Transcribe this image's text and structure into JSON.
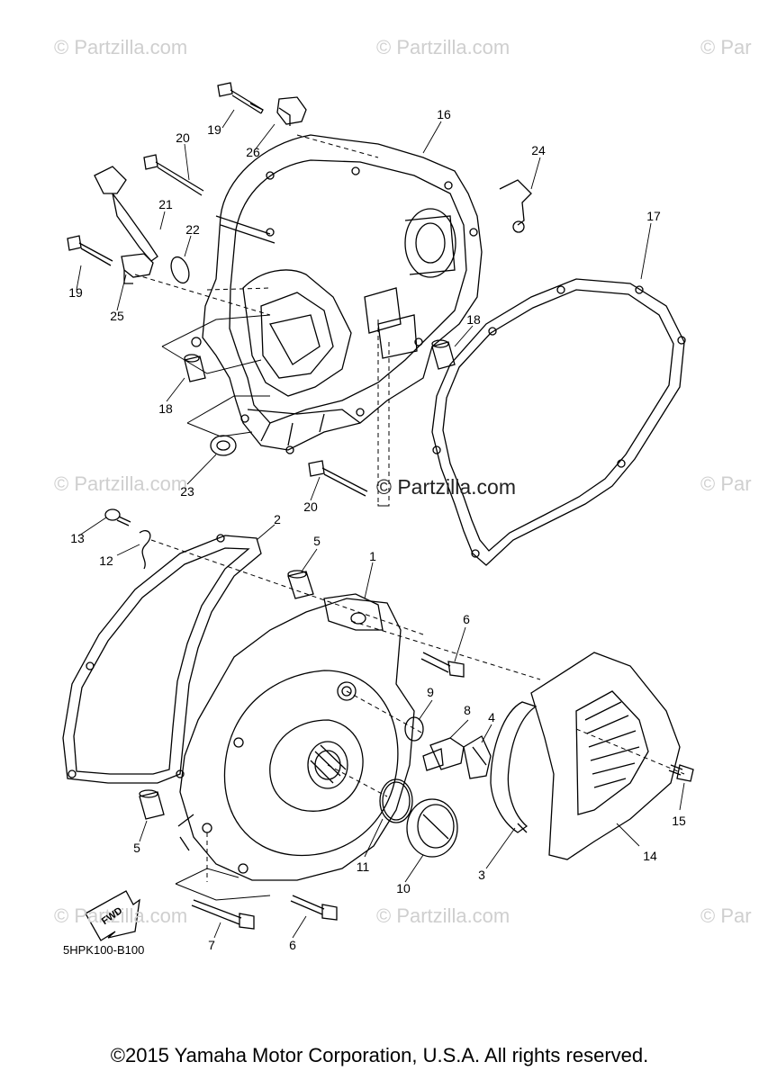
{
  "watermarks": {
    "text": "© Partzilla.com",
    "short": "© Par",
    "center": "© Partzilla.com"
  },
  "callouts": [
    "1",
    "2",
    "3",
    "4",
    "5",
    "5",
    "6",
    "6",
    "7",
    "8",
    "9",
    "10",
    "11",
    "12",
    "13",
    "14",
    "15",
    "16",
    "17",
    "18",
    "18",
    "19",
    "19",
    "20",
    "20",
    "21",
    "22",
    "23",
    "24",
    "25",
    "26"
  ],
  "fwd_label": "FWD",
  "part_code": "5HPK100-B100",
  "copyright": "©2015 Yamaha Motor Corporation, U.S.A. All rights reserved."
}
